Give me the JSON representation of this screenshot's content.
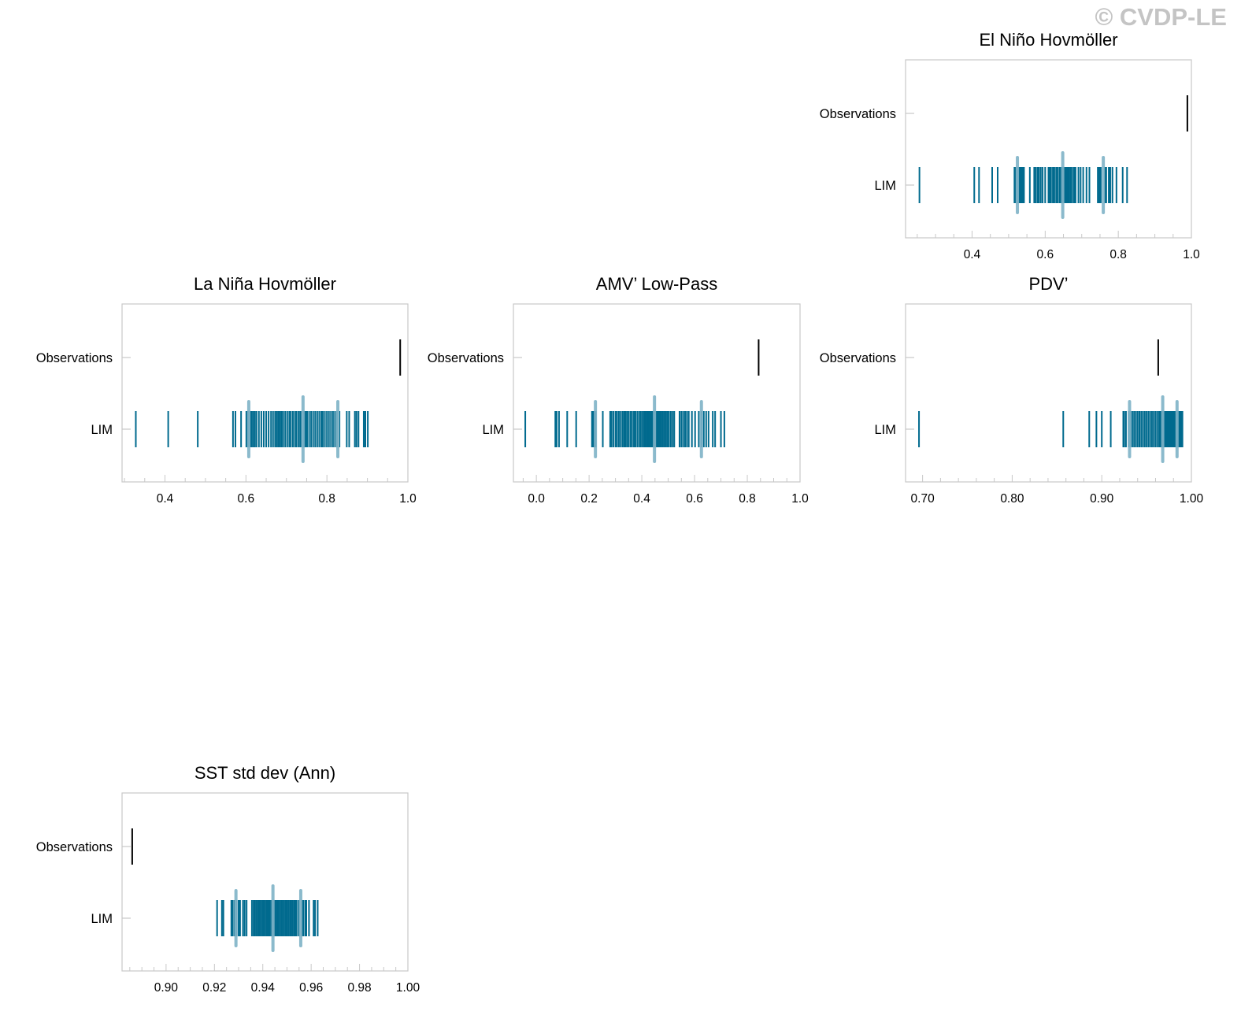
{
  "watermark": "© CVDP-LE",
  "colors": {
    "ensemble": "#006a8e",
    "ensemble_mean": "#7fb3c7",
    "observations": "#000000",
    "frame": "#c8c8c8"
  },
  "chart_data": [
    {
      "type": "scatter",
      "title": "El Niño Hovmöller",
      "rows": [
        "Observations",
        "LIM"
      ],
      "xlim": [
        0.218,
        1.0
      ],
      "xticks": [
        0.4,
        0.6,
        0.8,
        1.0
      ],
      "xtick_labels": [
        "0.4",
        "0.6",
        "0.8",
        "1.0"
      ],
      "minor_step": 0.05,
      "observations": [
        0.989
      ],
      "lim_means": [
        0.524,
        0.648,
        0.759
      ],
      "lim_members": [
        0.256,
        0.406,
        0.419,
        0.455,
        0.47,
        0.516,
        0.52,
        0.526,
        0.53,
        0.533,
        0.536,
        0.539,
        0.542,
        0.558,
        0.57,
        0.574,
        0.579,
        0.583,
        0.588,
        0.593,
        0.6,
        0.609,
        0.613,
        0.616,
        0.621,
        0.625,
        0.63,
        0.634,
        0.639,
        0.643,
        0.646,
        0.649,
        0.652,
        0.655,
        0.658,
        0.661,
        0.663,
        0.666,
        0.67,
        0.674,
        0.679,
        0.683,
        0.691,
        0.697,
        0.704,
        0.713,
        0.721,
        0.744,
        0.748,
        0.752,
        0.763,
        0.767,
        0.774,
        0.778,
        0.784,
        0.795,
        0.812,
        0.824
      ]
    },
    {
      "type": "scatter",
      "title": "La Niña Hovmöller",
      "rows": [
        "Observations",
        "LIM"
      ],
      "xlim": [
        0.294,
        1.0
      ],
      "xticks": [
        0.4,
        0.6,
        0.8,
        1.0
      ],
      "xtick_labels": [
        "0.4",
        "0.6",
        "0.8",
        "1.0"
      ],
      "minor_step": 0.05,
      "observations": [
        0.981
      ],
      "lim_means": [
        0.607,
        0.741,
        0.827
      ],
      "lim_members": [
        0.328,
        0.408,
        0.481,
        0.568,
        0.574,
        0.588,
        0.601,
        0.605,
        0.61,
        0.614,
        0.618,
        0.622,
        0.626,
        0.632,
        0.638,
        0.644,
        0.65,
        0.656,
        0.662,
        0.667,
        0.672,
        0.676,
        0.68,
        0.684,
        0.688,
        0.692,
        0.697,
        0.702,
        0.707,
        0.711,
        0.716,
        0.721,
        0.725,
        0.73,
        0.734,
        0.738,
        0.743,
        0.747,
        0.751,
        0.756,
        0.761,
        0.766,
        0.771,
        0.776,
        0.781,
        0.786,
        0.79,
        0.795,
        0.8,
        0.805,
        0.81,
        0.815,
        0.82,
        0.825,
        0.831,
        0.849,
        0.855,
        0.869,
        0.873,
        0.878,
        0.891,
        0.895,
        0.901
      ]
    },
    {
      "type": "scatter",
      "title": "AMV’ Low-Pass",
      "rows": [
        "Observations",
        "LIM"
      ],
      "xlim": [
        -0.087,
        1.0
      ],
      "xticks": [
        0.0,
        0.2,
        0.4,
        0.6,
        0.8,
        1.0
      ],
      "xtick_labels": [
        "0.0",
        "0.2",
        "0.4",
        "0.6",
        "0.8",
        "1.0"
      ],
      "minor_step": 0.05,
      "observations": [
        0.843
      ],
      "lim_means": [
        0.224,
        0.448,
        0.626
      ],
      "lim_members": [
        -0.042,
        0.072,
        0.077,
        0.086,
        0.117,
        0.151,
        0.211,
        0.215,
        0.219,
        0.225,
        0.252,
        0.28,
        0.285,
        0.292,
        0.3,
        0.306,
        0.313,
        0.32,
        0.327,
        0.333,
        0.338,
        0.344,
        0.35,
        0.357,
        0.363,
        0.37,
        0.376,
        0.383,
        0.39,
        0.396,
        0.402,
        0.408,
        0.413,
        0.418,
        0.423,
        0.428,
        0.433,
        0.438,
        0.443,
        0.448,
        0.453,
        0.458,
        0.463,
        0.468,
        0.473,
        0.479,
        0.485,
        0.491,
        0.497,
        0.503,
        0.51,
        0.517,
        0.523,
        0.543,
        0.55,
        0.557,
        0.564,
        0.571,
        0.578,
        0.59,
        0.602,
        0.616,
        0.626,
        0.635,
        0.644,
        0.653,
        0.669,
        0.678,
        0.7,
        0.713
      ]
    },
    {
      "type": "scatter",
      "title": "PDV’",
      "rows": [
        "Observations",
        "LIM"
      ],
      "xlim": [
        0.681,
        1.0
      ],
      "xticks": [
        0.7,
        0.8,
        0.9,
        1.0
      ],
      "xtick_labels": [
        "0.70",
        "0.80",
        "0.90",
        "1.00"
      ],
      "minor_step": 0.02,
      "observations": [
        0.963
      ],
      "lim_means": [
        0.931,
        0.968,
        0.984
      ],
      "lim_members": [
        0.696,
        0.857,
        0.886,
        0.894,
        0.9,
        0.91,
        0.924,
        0.925,
        0.927,
        0.93,
        0.932,
        0.934,
        0.936,
        0.938,
        0.94,
        0.942,
        0.944,
        0.946,
        0.948,
        0.95,
        0.952,
        0.954,
        0.956,
        0.958,
        0.96,
        0.962,
        0.964,
        0.965,
        0.966,
        0.967,
        0.968,
        0.969,
        0.97,
        0.971,
        0.972,
        0.973,
        0.974,
        0.975,
        0.976,
        0.977,
        0.978,
        0.979,
        0.98,
        0.981,
        0.982,
        0.983,
        0.984,
        0.985,
        0.986,
        0.987,
        0.988,
        0.989,
        0.99
      ]
    },
    {
      "type": "scatter",
      "title": "SST std dev (Ann)",
      "rows": [
        "Observations",
        "LIM"
      ],
      "xlim": [
        0.8818,
        1.0
      ],
      "xticks": [
        0.9,
        0.92,
        0.94,
        0.96,
        0.98,
        1.0
      ],
      "xtick_labels": [
        "0.90",
        "0.92",
        "0.94",
        "0.96",
        "0.98",
        "1.00"
      ],
      "minor_step": 0.005,
      "observations": [
        0.886
      ],
      "lim_means": [
        0.9289,
        0.9442,
        0.9557
      ],
      "lim_members": [
        0.9211,
        0.9231,
        0.9237,
        0.927,
        0.9276,
        0.9284,
        0.9292,
        0.93,
        0.9306,
        0.9318,
        0.9325,
        0.9333,
        0.9355,
        0.9362,
        0.9368,
        0.9374,
        0.938,
        0.9386,
        0.9392,
        0.9398,
        0.9404,
        0.941,
        0.9416,
        0.9422,
        0.9428,
        0.9434,
        0.944,
        0.9446,
        0.9452,
        0.9458,
        0.9464,
        0.947,
        0.9476,
        0.9482,
        0.9488,
        0.9494,
        0.95,
        0.9506,
        0.9512,
        0.9518,
        0.9524,
        0.953,
        0.9536,
        0.954,
        0.9549,
        0.956,
        0.9567,
        0.9575,
        0.958,
        0.9591,
        0.961,
        0.9616,
        0.9627
      ]
    }
  ]
}
